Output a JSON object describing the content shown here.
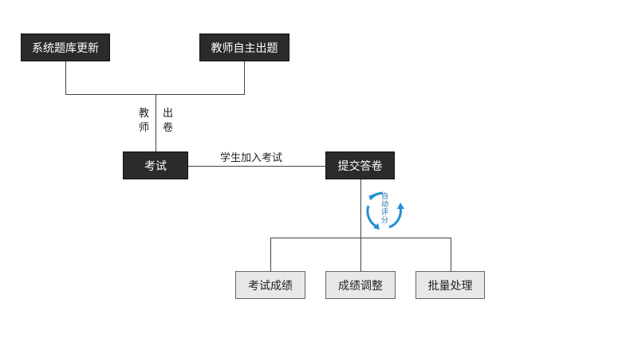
{
  "nodes": {
    "bank_update": "系统题库更新",
    "teacher_create": "教师自主出题",
    "exam": "考试",
    "submit": "提交答卷",
    "scores": "考试成绩",
    "adjust": "成绩调整",
    "batch": "批量处理"
  },
  "edges": {
    "teacher_label": "教师",
    "issue_label": "出卷",
    "join_label": "学生加入考试",
    "auto_grade_label": "自动评分"
  },
  "colors": {
    "dark_box": "#2b2b2b",
    "light_box": "#e8e8e8",
    "cycle_icon": "#1e90d6"
  }
}
